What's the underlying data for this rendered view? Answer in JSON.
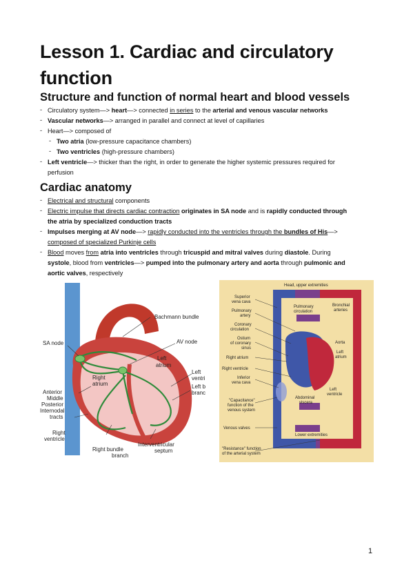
{
  "title": "Lesson 1. Cardiac and circulatory function",
  "section1": {
    "heading": "Structure and function of normal heart and blood vessels",
    "items": [
      {
        "t1": "Circulatory system—> ",
        "b1": "heart",
        "t2": "—> connected ",
        "u1": "in series",
        "t3": " to the ",
        "b2": "arterial and venous vascular networks"
      },
      {
        "b1": "Vascular networks",
        "t1": "—> arranged in parallel and connect at level of capillaries"
      },
      {
        "t1": "Heart—> composed of"
      },
      {
        "b1": "Two atria",
        "t1": " (low-pressure capacitance chambers)"
      },
      {
        "b1": "Two ventricles",
        "t1": " (high-pressure chambers)"
      },
      {
        "b1": "Left ventricle",
        "t1": "—> thicker than the right, in order to generate the higher systemic pressures required for",
        "t2": "perfusion"
      }
    ]
  },
  "section2": {
    "heading": "Cardiac anatomy",
    "items": [
      {
        "u1": "Electrical and structural",
        "t1": " components"
      },
      {
        "u1": "Electric impulse that directs cardiac contraction",
        "b1": " originates in SA node",
        "t1": " and is ",
        "b2": "rapidly conducted through",
        "b3": "the atria by specialized conduction tracts"
      },
      {
        "b1": "Impulses merging at AV node",
        "t1": "—> ",
        "u1": "rapidly conducted into the ventricles through the ",
        "ub1": "bundles of His",
        "t2": "—>",
        "u2": "composed of specialized Purkinje cells"
      },
      {
        "u1": "Blood",
        "t1": " moves ",
        "u2": "from",
        "b1": " atria into ventricles",
        "t2": " through ",
        "b2": "tricuspid and mitral valves",
        "t3": " during ",
        "b3": "diastole",
        "t4": ". During",
        "b4": "systole",
        "t5": ", blood from ",
        "b5": "ventricles",
        "t6": "—> ",
        "b6": "pumped into the pulmonary artery and aorta",
        "t7": " through ",
        "b7": "pulmonic and",
        "b8": "aortic valves",
        "t8": ", respectively"
      }
    ]
  },
  "heart_figure": {
    "labels": {
      "bachmann": "Bachmann bundle",
      "sa_node": "SA node",
      "av_node": "AV node",
      "left_atrium_1": "Left",
      "left_atrium_2": "atrium",
      "right_atrium_1": "Right",
      "right_atrium_2": "atrium",
      "left_ventricle_1": "Left",
      "left_ventricle_2": "ventricle",
      "left_bundle_1": "Left bundle",
      "left_bundle_2": "branch",
      "anterior": "Anterior",
      "middle": "Middle",
      "posterior": "Posterior",
      "internodal_1": "Internodal",
      "internodal_2": "tracts",
      "right_ventricle_1": "Right",
      "right_ventricle_2": "ventricle",
      "right_bundle_1": "Right bundle",
      "right_bundle_2": "branch",
      "septum_1": "Interventricular",
      "septum_2": "septum"
    },
    "colors": {
      "vein_blue": "#5b95cf",
      "heart_red": "#c0392b",
      "muscle_pink": "#f3c6c4",
      "conduction_green": "#2e8b3a"
    }
  },
  "circ_figure": {
    "labels": {
      "head": "Head, upper extremities",
      "svc_1": "Superior",
      "svc_2": "vena cava",
      "pulm_artery_1": "Pulmonary",
      "pulm_artery_2": "artery",
      "coronary_1": "Coronary",
      "coronary_2": "circulation",
      "ostium_1": "Ostium",
      "ostium_2": "of coronary",
      "ostium_3": "sinus",
      "right_atrium": "Right atrium",
      "right_ventricle": "Right ventricle",
      "ivc_1": "Inferior",
      "ivc_2": "vena cava",
      "capacitance_1": "\"Capacitance\"",
      "capacitance_2": "function of the",
      "capacitance_3": "venous system",
      "venous_valves": "Venous valves",
      "resistance_1": "\"Resistance\" function",
      "resistance_2": "of the arterial system",
      "pulm_circ_1": "Pulmonary",
      "pulm_circ_2": "circulation",
      "bronchial_1": "Bronchial",
      "bronchial_2": "arteries",
      "aorta": "Aorta",
      "left_atrium_1": "Left",
      "left_atrium_2": "atrium",
      "left_ventricle_1": "Left",
      "left_ventricle_2": "ventricle",
      "abdominal_1": "Abdominal",
      "abdominal_2": "viscera",
      "lower_ext": "Lower extremities"
    },
    "colors": {
      "background": "#f3dfa6",
      "venous": "#3f57a8",
      "arterial": "#c0283c"
    }
  },
  "page_number": "1"
}
